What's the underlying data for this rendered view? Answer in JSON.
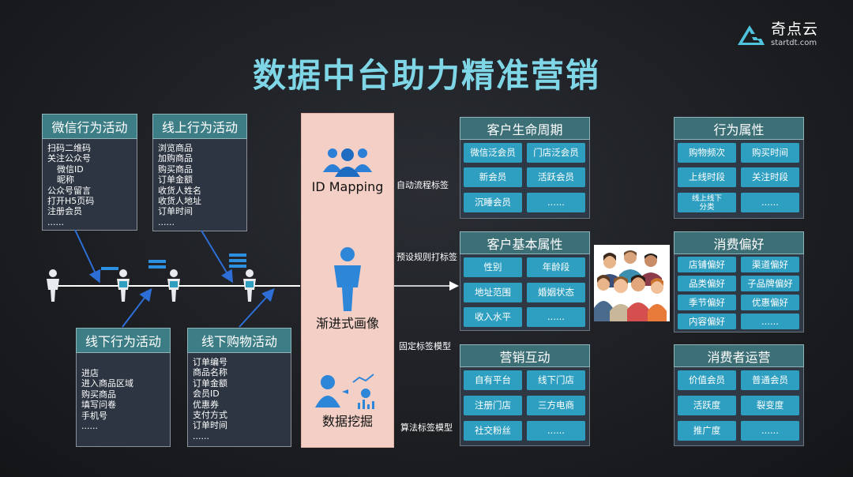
{
  "brand": {
    "name": "奇点云",
    "url": "startdt.com"
  },
  "title": "数据中台助力精准营销",
  "sources": {
    "wechat": {
      "title": "微信行为活动",
      "items": [
        "扫码二维码",
        "关注公众号",
        "微信ID",
        "昵称",
        "公众号留言",
        "打开H5页码",
        "注册会员",
        "......"
      ]
    },
    "online": {
      "title": "线上行为活动",
      "items": [
        "浏览商品",
        "加购商品",
        "购买商品",
        "订单金额",
        "收货人姓名",
        "收货人地址",
        "订单时间",
        "......"
      ]
    },
    "offline": {
      "title": "线下行为活动",
      "items": [
        "进店",
        "进入商品区域",
        "购买商品",
        "填写问卷",
        "手机号",
        "......"
      ]
    },
    "offline_shopping": {
      "title": "线下购物活动",
      "items": [
        "订单编号",
        "商品名称",
        "订单金额",
        "会员ID",
        "优惠券",
        "支付方式",
        "订单时间",
        "......"
      ]
    }
  },
  "center": {
    "stages": [
      "ID Mapping",
      "渐进式画像",
      "数据挖掘"
    ]
  },
  "edge_labels": [
    "自动流程标签",
    "预设规则打标签",
    "固定标签模型",
    "算法标签模型"
  ],
  "groups": {
    "lifecycle": {
      "title": "客户生命周期",
      "chips": [
        "微信泛会员",
        "门店泛会员",
        "新会员",
        "活跃会员",
        "沉睡会员",
        "......"
      ]
    },
    "basic": {
      "title": "客户基本属性",
      "chips": [
        "性别",
        "年龄段",
        "地址范围",
        "婚姻状态",
        "收入水平",
        "......"
      ]
    },
    "marketing": {
      "title": "营销互动",
      "chips": [
        "自有平台",
        "线下门店",
        "注册门店",
        "三方电商",
        "社交粉丝",
        "......"
      ]
    },
    "behavior": {
      "title": "行为属性",
      "chips": [
        "购物频次",
        "购买时间",
        "上线时段",
        "关注时段",
        "线上线下分类",
        "......"
      ]
    },
    "preference": {
      "title": "消费偏好",
      "chips": [
        "店铺偏好",
        "渠道偏好",
        "品类偏好",
        "子品牌偏好",
        "季节偏好",
        "优惠偏好",
        "内容偏好",
        "......"
      ]
    },
    "operation": {
      "title": "消费者运营",
      "chips": [
        "价值会员",
        "普通会员",
        "活跃度",
        "裂变度",
        "推广度",
        "......"
      ]
    }
  },
  "colors": {
    "title": "#7fd6e6",
    "header": "#3d7d86",
    "chip": "#2e9fc0",
    "center": "#f3cfc6",
    "arrow": "#2d6fd6"
  }
}
